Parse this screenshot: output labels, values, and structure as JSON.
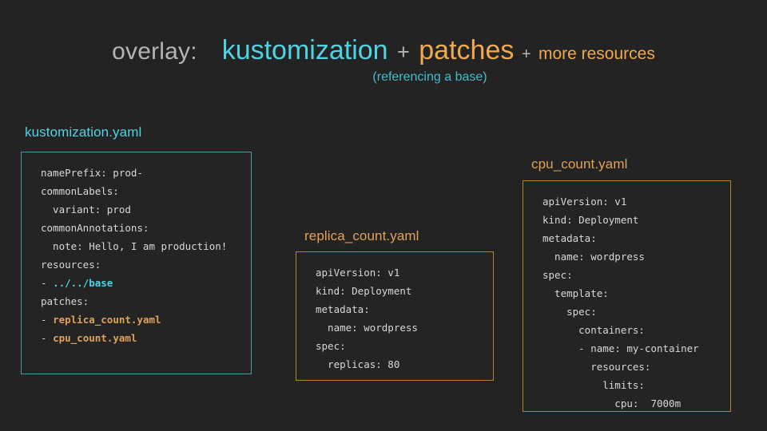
{
  "heading": {
    "prefix": "overlay:",
    "term1": "kustomization",
    "plus1": "+",
    "term2": "patches",
    "plus2": "+",
    "term3": "more resources",
    "subtitle": "(referencing a base)",
    "colors": {
      "prefix": "#b5b5b5",
      "cyan": "#4fd3e3",
      "orange": "#efa94f",
      "subtitle": "#46bccb"
    }
  },
  "background_color": "#232323",
  "files": [
    {
      "label": "kustomization.yaml",
      "label_color": "#4fd3e3",
      "border_color": "#4a9aa6",
      "lines": [
        [
          {
            "t": "namePrefix: prod-",
            "c": "plain"
          }
        ],
        [
          {
            "t": "commonLabels:",
            "c": "plain"
          }
        ],
        [
          {
            "t": "  variant: prod",
            "c": "plain"
          }
        ],
        [
          {
            "t": "commonAnnotations:",
            "c": "plain"
          }
        ],
        [
          {
            "t": "  note: Hello, I am production!",
            "c": "plain"
          }
        ],
        [
          {
            "t": "resources:",
            "c": "plain"
          }
        ],
        [
          {
            "t": "- ",
            "c": "plain"
          },
          {
            "t": "../../base",
            "c": "cyan"
          }
        ],
        [
          {
            "t": "patches:",
            "c": "plain"
          }
        ],
        [
          {
            "t": "- ",
            "c": "plain"
          },
          {
            "t": "replica_count.yaml",
            "c": "orange"
          }
        ],
        [
          {
            "t": "- ",
            "c": "plain"
          },
          {
            "t": "cpu_count.yaml",
            "c": "orange"
          }
        ]
      ]
    },
    {
      "label": "replica_count.yaml",
      "label_color": "#e0a158",
      "border_color": "#b9802f",
      "lines": [
        [
          {
            "t": "apiVersion: v1",
            "c": "plain"
          }
        ],
        [
          {
            "t": "kind: Deployment",
            "c": "plain"
          }
        ],
        [
          {
            "t": "metadata:",
            "c": "plain"
          }
        ],
        [
          {
            "t": "  name: wordpress",
            "c": "plain"
          }
        ],
        [
          {
            "t": "spec:",
            "c": "plain"
          }
        ],
        [
          {
            "t": "  replicas: 80",
            "c": "plain"
          }
        ]
      ]
    },
    {
      "label": "cpu_count.yaml",
      "label_color": "#e0a158",
      "border_color": "#b9802f",
      "lines": [
        [
          {
            "t": "apiVersion: v1",
            "c": "plain"
          }
        ],
        [
          {
            "t": "kind: Deployment",
            "c": "plain"
          }
        ],
        [
          {
            "t": "metadata:",
            "c": "plain"
          }
        ],
        [
          {
            "t": "  name: wordpress",
            "c": "plain"
          }
        ],
        [
          {
            "t": "spec:",
            "c": "plain"
          }
        ],
        [
          {
            "t": "  template:",
            "c": "plain"
          }
        ],
        [
          {
            "t": "    spec:",
            "c": "plain"
          }
        ],
        [
          {
            "t": "      containers:",
            "c": "plain"
          }
        ],
        [
          {
            "t": "      - name: my-container",
            "c": "plain"
          }
        ],
        [
          {
            "t": "        resources:",
            "c": "plain"
          }
        ],
        [
          {
            "t": "          limits:",
            "c": "plain"
          }
        ],
        [
          {
            "t": "            cpu:  7000m",
            "c": "plain"
          }
        ]
      ]
    }
  ]
}
